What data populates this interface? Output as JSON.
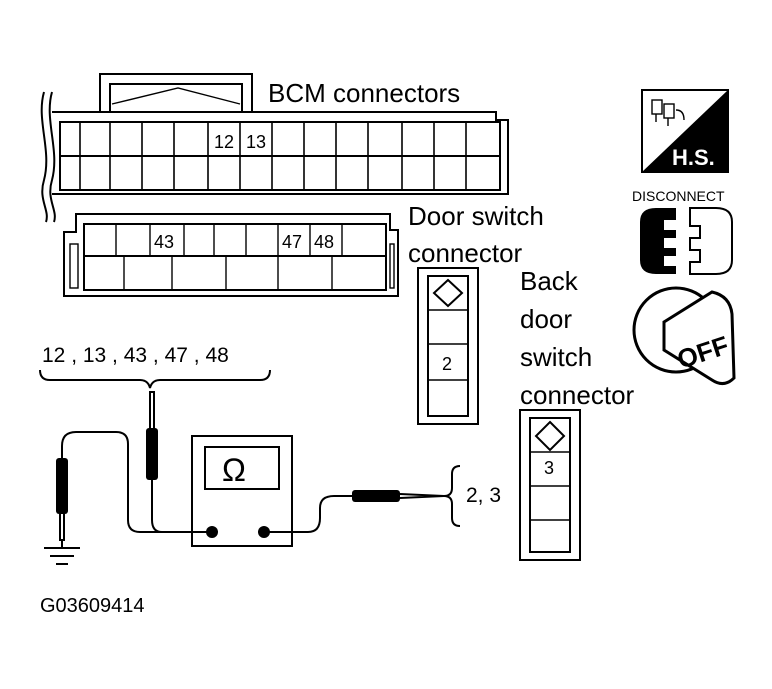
{
  "labels": {
    "bcm_connectors": "BCM connectors",
    "door_switch_line1": "Door switch",
    "door_switch_line2": "connector",
    "back_door_line1": "Back",
    "back_door_line2": "door",
    "back_door_line3": "switch",
    "back_door_line4": "connector",
    "bcm_terminals": "12 , 13 , 43 , 47 , 48",
    "switch_terminals": "2, 3",
    "figure_code": "G03609414"
  },
  "bcm_upper_pins": {
    "a": "12",
    "b": "13"
  },
  "bcm_lower_pins": {
    "a": "43",
    "b": "47",
    "c": "48"
  },
  "door_switch_pin": "2",
  "back_door_switch_pin": "3",
  "ohmmeter_symbol": "Ω",
  "icons": {
    "hs": "H.S.",
    "disconnect": "DISCONNECT",
    "off": "OFF"
  }
}
